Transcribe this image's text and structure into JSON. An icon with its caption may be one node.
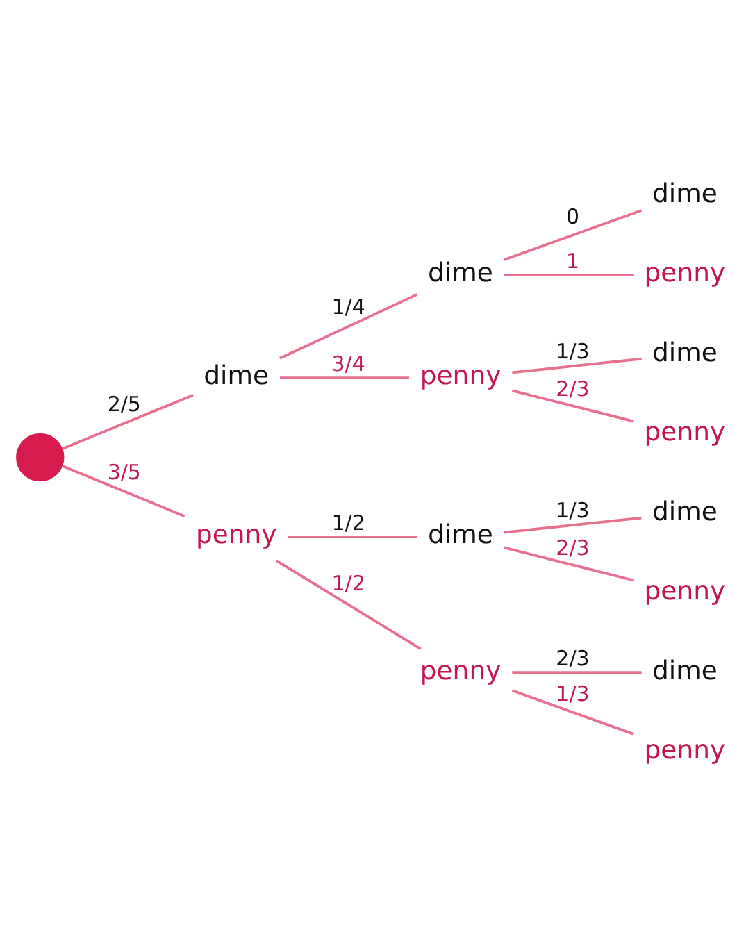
{
  "diagram": {
    "nodes": [
      {
        "text": [],
        "shape": "circle"
      },
      {
        "text": [
          "dime"
        ]
      },
      {
        "text": [
          "penny"
        ]
      },
      {
        "text": [
          "dime"
        ]
      },
      {
        "text": [
          "penny"
        ]
      },
      {
        "text": [
          "dime"
        ]
      },
      {
        "text": [
          "penny"
        ]
      },
      {
        "text": [
          "dime"
        ]
      },
      {
        "text": [
          "penny"
        ]
      },
      {
        "text": [
          "dime"
        ]
      },
      {
        "text": [
          "penny"
        ]
      },
      {
        "text": [
          "dime"
        ]
      },
      {
        "text": [
          "penny"
        ]
      },
      {
        "text": [
          "dime"
        ]
      },
      {
        "text": [
          "penny"
        ]
      }
    ],
    "edges": [
      {
        "from": 0,
        "to": 1,
        "arrow": "none",
        "label": "2/5"
      },
      {
        "from": 0,
        "to": 2,
        "arrow": "none",
        "label": "3/5"
      },
      {
        "from": 1,
        "to": 3,
        "arrow": "none",
        "label": "1/4"
      },
      {
        "from": 1,
        "to": 4,
        "arrow": "none",
        "label": "3/4"
      },
      {
        "from": 2,
        "to": 5,
        "arrow": "none",
        "label": "1/2"
      },
      {
        "from": 2,
        "to": 6,
        "arrow": "none",
        "label": "1/2"
      },
      {
        "from": 3,
        "to": 7,
        "arrow": "none",
        "label": "0"
      },
      {
        "from": 3,
        "to": 8,
        "arrow": "none",
        "label": "1"
      },
      {
        "from": 4,
        "to": 9,
        "arrow": "none",
        "label": "1/3"
      },
      {
        "from": 4,
        "to": 10,
        "arrow": "none",
        "label": "2/3"
      },
      {
        "from": 5,
        "to": 11,
        "arrow": "none",
        "label": "1/3"
      },
      {
        "from": 5,
        "to": 12,
        "arrow": "none",
        "label": "2/3"
      },
      {
        "from": 6,
        "to": 13,
        "arrow": "none",
        "label": "2/3"
      },
      {
        "from": 6,
        "to": 14,
        "arrow": "none",
        "label": "1/3"
      }
    ]
  }
}
